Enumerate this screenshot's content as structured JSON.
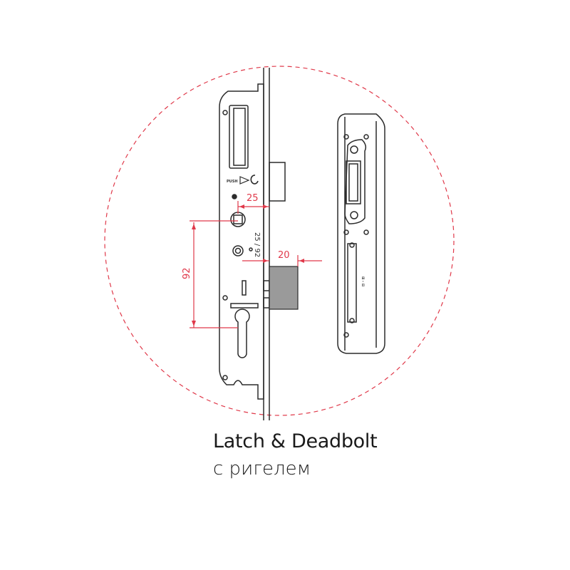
{
  "caption": {
    "title": "Latch & Deadbolt",
    "subtitle": "с ригелем"
  },
  "diagram": {
    "dimensions": {
      "backset": "25",
      "bolt_throw": "20",
      "center_distance": "92",
      "spec": "25 / 92"
    },
    "push_label": "PUSH",
    "strike_mark": "⊞ - ⊟"
  },
  "colors": {
    "line": "#2b2b2b",
    "dimension": "#e0394a",
    "bolt_fill": "#9a9a9a",
    "guide_circle": "#e0394a"
  }
}
